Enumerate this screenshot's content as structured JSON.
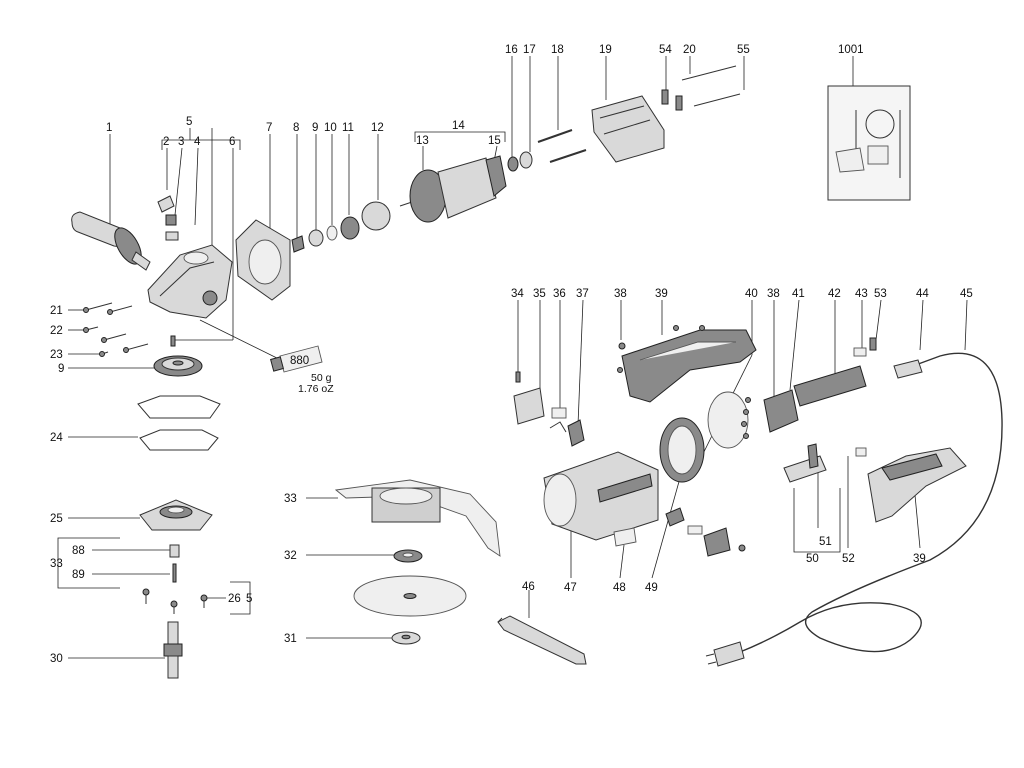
{
  "labels": {
    "p1": "1",
    "p2": "2",
    "p3": "3",
    "p4": "4",
    "p5a": "5",
    "p5b": "5",
    "p6": "6",
    "p7": "7",
    "p8": "8",
    "p9a": "9",
    "p9b": "9",
    "p10": "10",
    "p11": "11",
    "p12": "12",
    "p13": "13",
    "p14": "14",
    "p15": "15",
    "p16": "16",
    "p17": "17",
    "p18": "18",
    "p19": "19",
    "p20": "20",
    "p21": "21",
    "p22": "22",
    "p23": "23",
    "p24": "24",
    "p25": "25",
    "p26": "26",
    "p30": "30",
    "p31": "31",
    "p32": "32",
    "p33a": "33",
    "p33b": "33",
    "p34": "34",
    "p35": "35",
    "p36": "36",
    "p37": "37",
    "p38a": "38",
    "p38b": "38",
    "p39a": "39",
    "p39b": "39",
    "p40": "40",
    "p41": "41",
    "p42": "42",
    "p43": "43",
    "p44": "44",
    "p45": "45",
    "p46": "46",
    "p47": "47",
    "p48": "48",
    "p49": "49",
    "p50": "50",
    "p51": "51",
    "p52": "52",
    "p53": "53",
    "p54": "54",
    "p55": "55",
    "p88": "88",
    "p89": "89",
    "p1001": "1001"
  },
  "grease": {
    "tube_code": "880",
    "weight_g": "50 g",
    "weight_oz": "1.76 oZ"
  },
  "colors": {
    "ink": "#111111",
    "part_fill": "#d9d9d9",
    "part_dark": "#8a8a8a"
  }
}
